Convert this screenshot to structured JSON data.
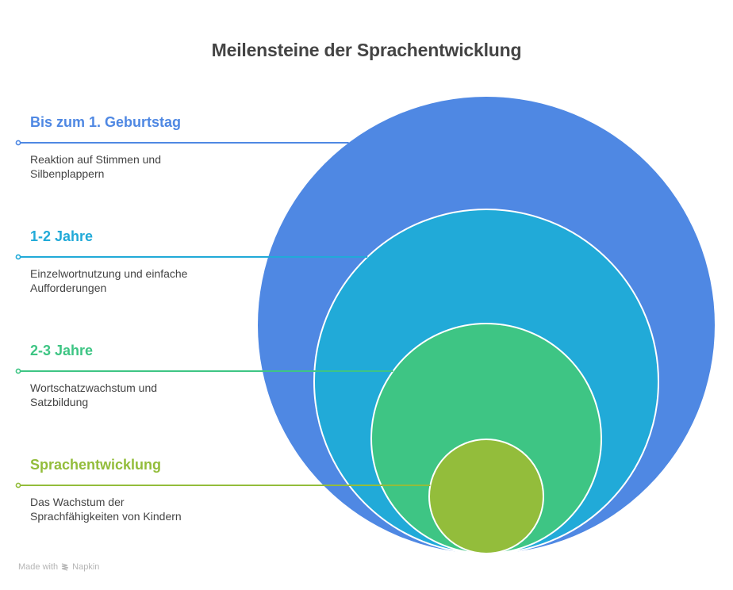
{
  "title": "Meilensteine der Sprachentwicklung",
  "stages": [
    {
      "heading": "Bis zum 1. Geburtstag",
      "description_lines": [
        "Reaktion auf Stimmen und",
        "Silbenplappern"
      ],
      "color": "#4f88e3"
    },
    {
      "heading": "1-2 Jahre",
      "description_lines": [
        "Einzelwortnutzung und einfache",
        "Aufforderungen"
      ],
      "color": "#21aad8"
    },
    {
      "heading": "2-3 Jahre",
      "description_lines": [
        "Wortschatzwachstum und",
        "Satzbildung"
      ],
      "color": "#3ec584"
    },
    {
      "heading": "Sprachentwicklung",
      "description_lines": [
        "Das Wachstum der",
        "Sprachfähigkeiten von Kindern"
      ],
      "color": "#93bd3b"
    }
  ],
  "footer": {
    "made_with": "Made with",
    "brand": "Napkin"
  }
}
